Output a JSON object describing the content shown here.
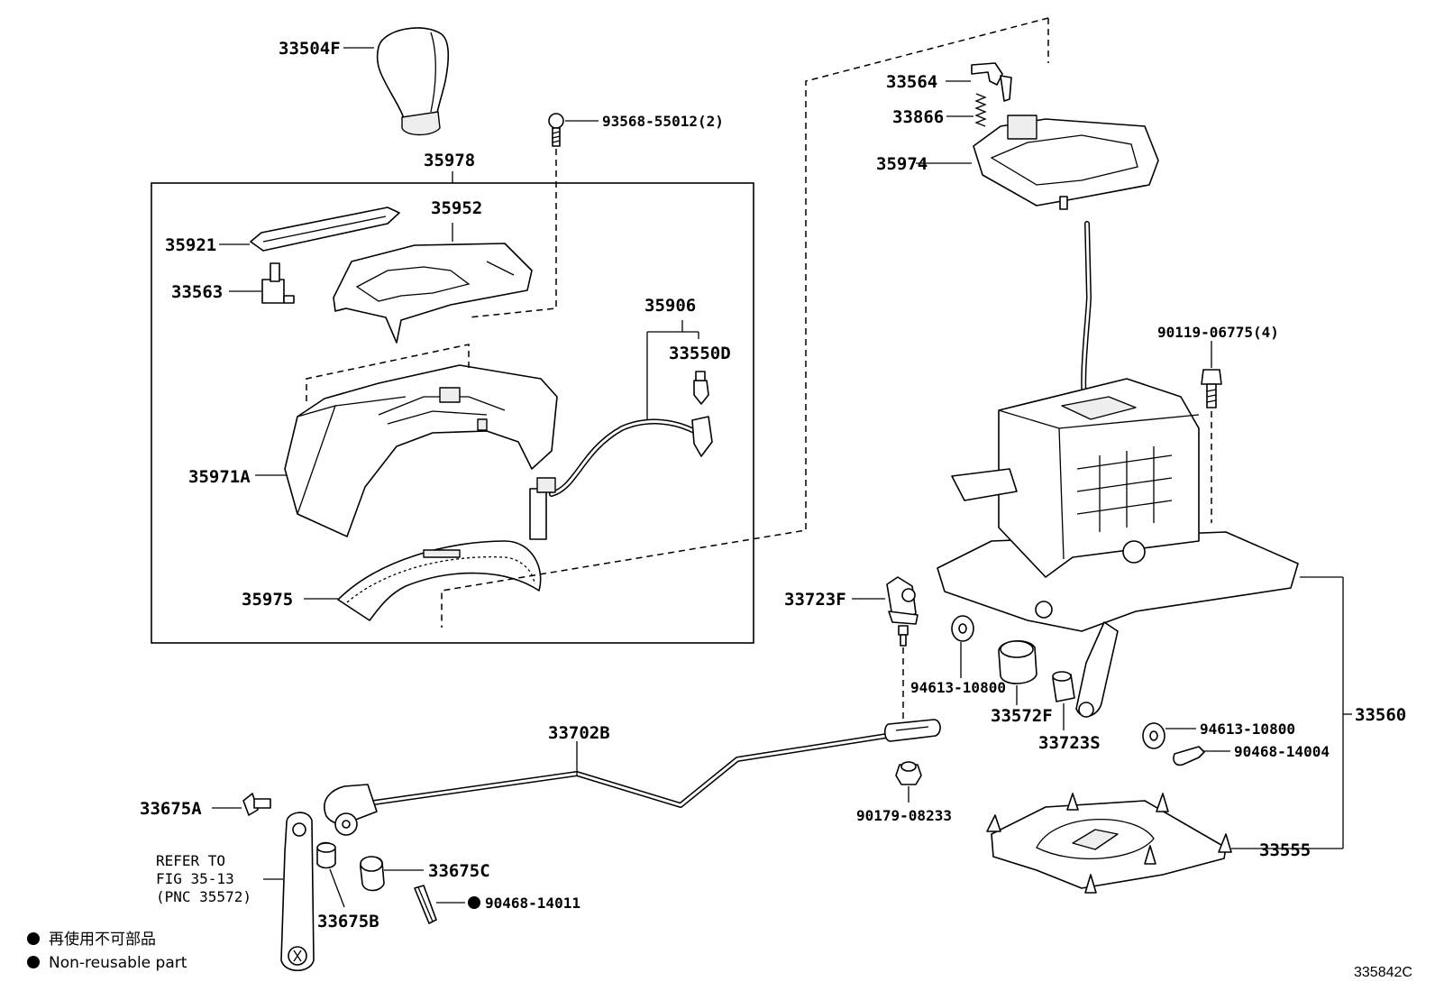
{
  "parts": {
    "p33504F": "33504F",
    "p93568": "93568-55012(2)",
    "p35978": "35978",
    "p35952": "35952",
    "p35921": "35921",
    "p33563": "33563",
    "p35906": "35906",
    "p33550D": "33550D",
    "p35971A": "35971A",
    "p35975": "35975",
    "p33564": "33564",
    "p33866": "33866",
    "p35974": "35974",
    "p90119": "90119-06775(4)",
    "p33723F": "33723F",
    "p94613a": "94613-10800",
    "p33572F": "33572F",
    "p33723S": "33723S",
    "p94613b": "94613-10800",
    "p90468b": "90468-14004",
    "p33560": "33560",
    "p33702B": "33702B",
    "p33675A": "33675A",
    "p33675C": "33675C",
    "p33675B": "33675B",
    "p90468a": "90468-14011",
    "p90179": "90179-08233",
    "p33555": "33555"
  },
  "reference": {
    "line1": "REFER TO",
    "line2": "FIG 35-13",
    "line3": "(PNC 35572)"
  },
  "legend": {
    "jp": "再使用不可部品",
    "en": "Non-reusable part"
  },
  "diagram_code": "335842C"
}
